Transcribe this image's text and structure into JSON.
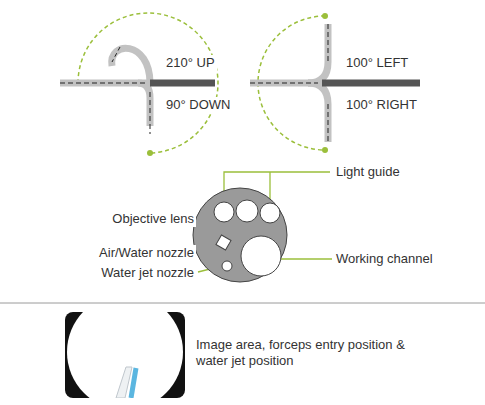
{
  "diagram": {
    "labels": [
      "210° UP",
      "90° DOWN",
      "100° LEFT",
      "100° RIGHT",
      "Light guide",
      "Objective lens",
      "Air/Water nozzle",
      "Water jet nozzle",
      "Working channel",
      "Image area, forceps entry position & water jet position"
    ]
  }
}
